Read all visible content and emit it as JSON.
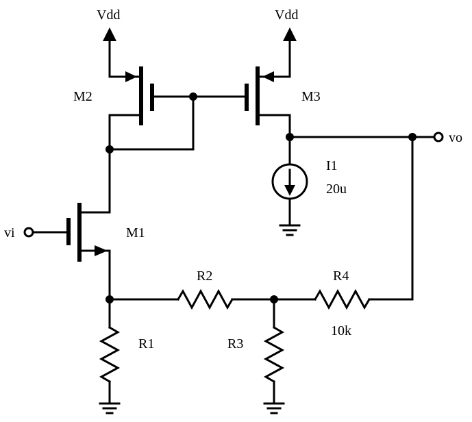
{
  "diagram": {
    "type": "circuit-schematic",
    "supplies": {
      "top_left": "Vdd",
      "top_right": "Vdd"
    },
    "transistors": {
      "m1": "M1",
      "m2": "M2",
      "m3": "M3"
    },
    "source": {
      "name": "I1",
      "value": "20u"
    },
    "resistors": {
      "r1": "R1",
      "r2": "R2",
      "r3": "R3",
      "r4": "R4",
      "r4_value": "10k"
    },
    "ports": {
      "input": "vi",
      "output": "vo"
    }
  }
}
